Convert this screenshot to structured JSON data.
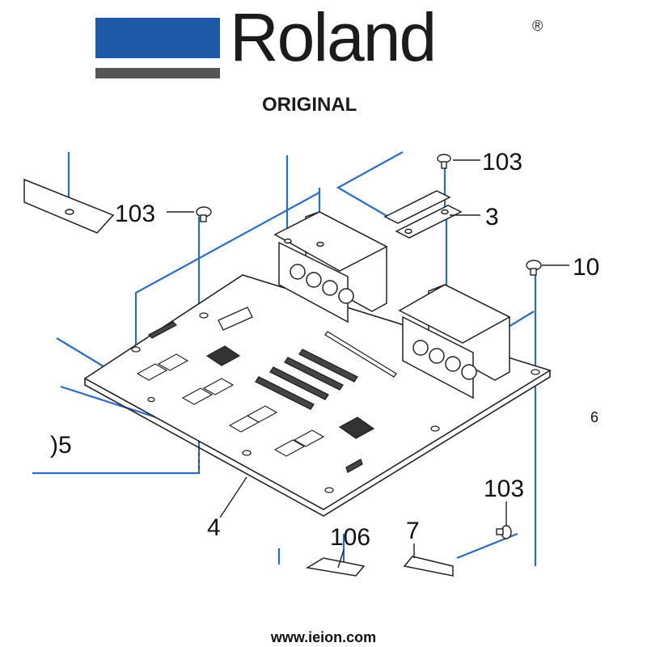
{
  "brand": {
    "name": "Roland",
    "registered_mark": "®",
    "tagline": "ORIGINAL",
    "colors": {
      "blue": "#1e5aa8",
      "gray": "#555555",
      "leader": "#2b6cc4"
    }
  },
  "callouts": {
    "c103_top_right": "103",
    "c103_left": "103",
    "c3": "3",
    "c10_right": "10",
    "c05_left": ")5",
    "c4": "4",
    "c106": "106",
    "c7": "7",
    "c103_bottom": "103",
    "c6_partial": "6"
  },
  "footer": {
    "website": "www.ieion.com"
  }
}
